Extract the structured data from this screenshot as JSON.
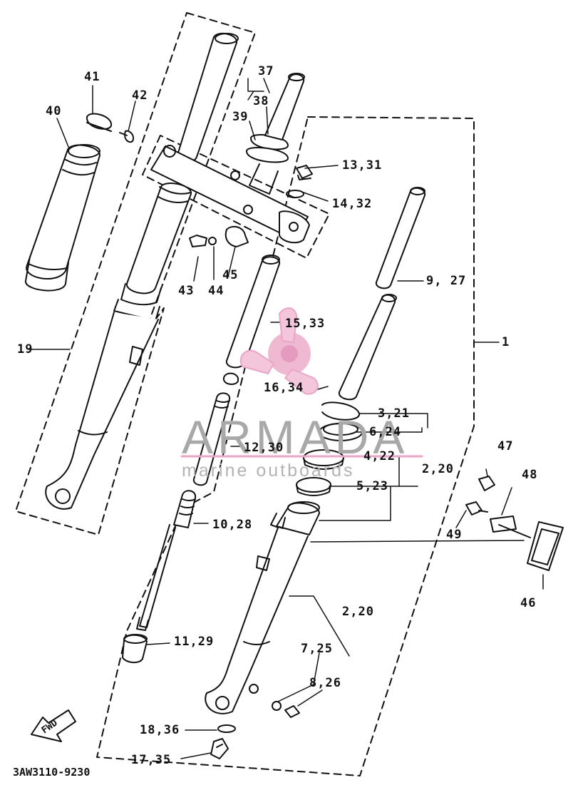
{
  "diagram": {
    "part_labels": {
      "l1": "1",
      "l19": "19",
      "l40": "40",
      "l41": "41",
      "l42": "42",
      "l37": "37",
      "l38": "38",
      "l39": "39",
      "l13_31": "13,31",
      "l14_32": "14,32",
      "l43": "43",
      "l44": "44",
      "l45": "45",
      "l9_27": "9, 27",
      "l15_33": "15,33",
      "l16_34": "16,34",
      "l3_21": "3,21",
      "l6_24": "6,24",
      "l12_30": "12,30",
      "l4_22": "4,22",
      "l2_20a": "2,20",
      "l5_23": "5,23",
      "l10_28": "10,28",
      "l47": "47",
      "l48": "48",
      "l49": "49",
      "l46": "46",
      "l2_20b": "2,20",
      "l7_25": "7,25",
      "l8_26": "8,26",
      "l11_29": "11,29",
      "l18_36": "18,36",
      "l17_35": "17,35"
    },
    "fwd_label": "FWD",
    "diagram_code": "3AW3110-9230"
  },
  "watermark": {
    "title": "ARMADA",
    "subtitle": "marine outboards",
    "color": "#e9a6c7"
  }
}
